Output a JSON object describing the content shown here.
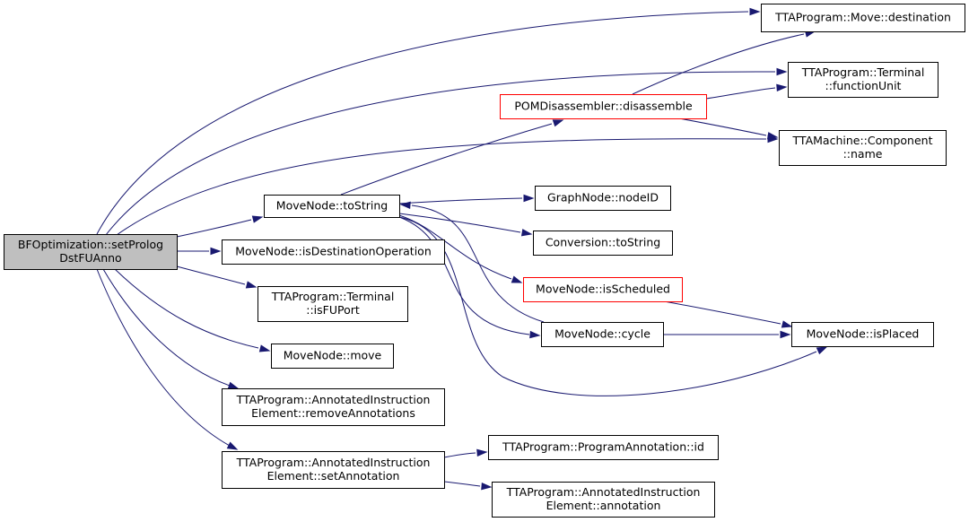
{
  "graph": {
    "edge_color": "#191970",
    "highlight_color": "#ff0000",
    "root_fill": "#bfbfbf",
    "nodes": [
      {
        "id": "root",
        "lines": [
          "BFOptimization::setProlog",
          "DstFUAnno"
        ],
        "style": "root",
        "clickable": false
      },
      {
        "id": "move_destination",
        "lines": [
          "TTAProgram::Move::destination"
        ],
        "style": "normal",
        "clickable": true
      },
      {
        "id": "terminal_functionunit",
        "lines": [
          "TTAProgram::Terminal",
          "::functionUnit"
        ],
        "style": "normal",
        "clickable": true
      },
      {
        "id": "pomdisassembler",
        "lines": [
          "POMDisassembler::disassemble"
        ],
        "style": "red",
        "clickable": true
      },
      {
        "id": "component_name",
        "lines": [
          "TTAMachine::Component",
          "::name"
        ],
        "style": "normal",
        "clickable": true
      },
      {
        "id": "movenode_tostring",
        "lines": [
          "MoveNode::toString"
        ],
        "style": "normal",
        "clickable": true
      },
      {
        "id": "graphnode_nodeid",
        "lines": [
          "GraphNode::nodeID"
        ],
        "style": "normal",
        "clickable": true
      },
      {
        "id": "conversion_tostring",
        "lines": [
          "Conversion::toString"
        ],
        "style": "normal",
        "clickable": true
      },
      {
        "id": "movenode_isdestop",
        "lines": [
          "MoveNode::isDestinationOperation"
        ],
        "style": "normal",
        "clickable": true
      },
      {
        "id": "movenode_isscheduled",
        "lines": [
          "MoveNode::isScheduled"
        ],
        "style": "red",
        "clickable": true
      },
      {
        "id": "terminal_isfuport",
        "lines": [
          "TTAProgram::Terminal",
          "::isFUPort"
        ],
        "style": "normal",
        "clickable": true
      },
      {
        "id": "movenode_cycle",
        "lines": [
          "MoveNode::cycle"
        ],
        "style": "normal",
        "clickable": true
      },
      {
        "id": "movenode_isplaced",
        "lines": [
          "MoveNode::isPlaced"
        ],
        "style": "normal",
        "clickable": true
      },
      {
        "id": "movenode_move",
        "lines": [
          "MoveNode::move"
        ],
        "style": "normal",
        "clickable": true
      },
      {
        "id": "remove_annotations",
        "lines": [
          "TTAProgram::AnnotatedInstruction",
          "Element::removeAnnotations"
        ],
        "style": "normal",
        "clickable": true
      },
      {
        "id": "set_annotation",
        "lines": [
          "TTAProgram::AnnotatedInstruction",
          "Element::setAnnotation"
        ],
        "style": "normal",
        "clickable": true
      },
      {
        "id": "programannotation_id",
        "lines": [
          "TTAProgram::ProgramAnnotation::id"
        ],
        "style": "normal",
        "clickable": true
      },
      {
        "id": "annotation",
        "lines": [
          "TTAProgram::AnnotatedInstruction",
          "Element::annotation"
        ],
        "style": "normal",
        "clickable": true
      }
    ],
    "edges": [
      {
        "from": "root",
        "to": "move_destination"
      },
      {
        "from": "root",
        "to": "terminal_functionunit"
      },
      {
        "from": "root",
        "to": "component_name"
      },
      {
        "from": "root",
        "to": "movenode_tostring"
      },
      {
        "from": "root",
        "to": "movenode_isdestop"
      },
      {
        "from": "root",
        "to": "terminal_isfuport"
      },
      {
        "from": "root",
        "to": "movenode_move"
      },
      {
        "from": "root",
        "to": "remove_annotations"
      },
      {
        "from": "root",
        "to": "set_annotation"
      },
      {
        "from": "pomdisassembler",
        "to": "move_destination"
      },
      {
        "from": "pomdisassembler",
        "to": "terminal_functionunit"
      },
      {
        "from": "pomdisassembler",
        "to": "component_name"
      },
      {
        "from": "movenode_tostring",
        "to": "pomdisassembler"
      },
      {
        "from": "movenode_tostring",
        "to": "graphnode_nodeid"
      },
      {
        "from": "movenode_tostring",
        "to": "conversion_tostring"
      },
      {
        "from": "movenode_tostring",
        "to": "movenode_isscheduled"
      },
      {
        "from": "movenode_tostring",
        "to": "movenode_cycle"
      },
      {
        "from": "movenode_tostring",
        "to": "movenode_isplaced"
      },
      {
        "from": "movenode_cycle",
        "to": "movenode_tostring"
      },
      {
        "from": "movenode_isscheduled",
        "to": "movenode_isplaced"
      },
      {
        "from": "movenode_cycle",
        "to": "movenode_isplaced"
      },
      {
        "from": "set_annotation",
        "to": "programannotation_id"
      },
      {
        "from": "set_annotation",
        "to": "annotation"
      }
    ]
  }
}
